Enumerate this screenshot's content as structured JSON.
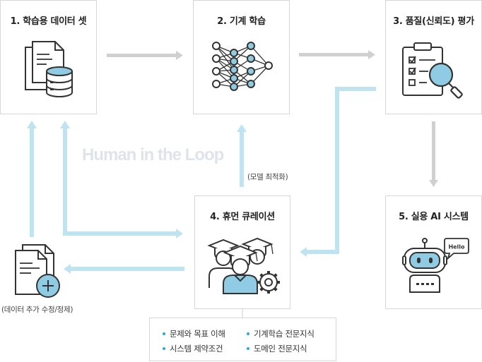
{
  "watermark": "Human in the Loop",
  "steps": [
    {
      "label": "1. 학습용 데이터 셋",
      "icon": "dataset-icon"
    },
    {
      "label": "2. 기계 학습",
      "icon": "neural-network-icon"
    },
    {
      "label": "3. 품질(신뢰도) 평가",
      "icon": "evaluation-icon"
    },
    {
      "label": "4. 휴먼 큐레이션",
      "icon": "curators-icon"
    },
    {
      "label": "5. 실용 AI 시스템",
      "icon": "robot-icon"
    }
  ],
  "captions": {
    "model_optimization": "(모델 최적화)",
    "data_update": "(데이터 추가 수정/정제)"
  },
  "robot_bubble": "Hello",
  "notes": [
    "문제와 목표 이해",
    "기계학습 전문지식",
    "시스템 제약조건",
    "도메인 전문지식"
  ],
  "colors": {
    "feedback_arrow": "#bfe3f1",
    "process_arrow": "#d0d0d0",
    "icon_accent": "#8fcbe3",
    "bullet": "#29a9e0"
  }
}
